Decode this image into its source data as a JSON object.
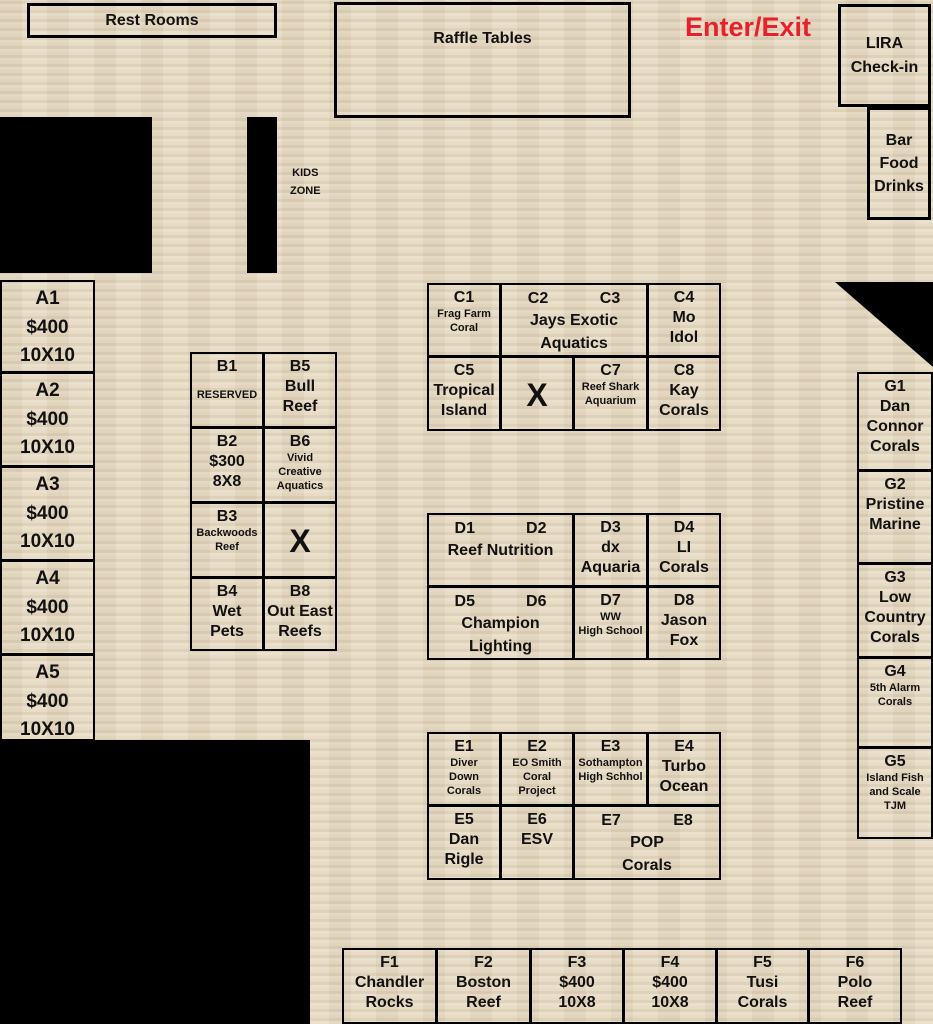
{
  "areas": {
    "rest_rooms": "Rest Rooms",
    "raffle_tables": "Raffle Tables",
    "enter_exit": "Enter/Exit",
    "lira_checkin": [
      "LIRA",
      "Check-in"
    ],
    "bar": [
      "Bar",
      "Food",
      "Drinks"
    ],
    "kids_zone": [
      "KIDS",
      "ZONE"
    ]
  },
  "colors": {
    "enter_exit": "#e8202a",
    "walls": "#000000",
    "floor": "#e4d6bc"
  },
  "booths": {
    "A1": [
      "A1",
      "$400",
      "10X10"
    ],
    "A2": [
      "A2",
      "$400",
      "10X10"
    ],
    "A3": [
      "A3",
      "$400",
      "10X10"
    ],
    "A4": [
      "A4",
      "$400",
      "10X10"
    ],
    "A5": [
      "A5",
      "$400",
      "10X10"
    ],
    "B1": [
      "B1",
      "RESERVED"
    ],
    "B5": [
      "B5",
      "Bull",
      "Reef"
    ],
    "B2": [
      "B2",
      "$300",
      "8X8"
    ],
    "B6": [
      "B6",
      "Vivid",
      "Creative",
      "Aquatics"
    ],
    "B3": [
      "B3",
      "Backwoods",
      "Reef"
    ],
    "B7": [
      "X"
    ],
    "B4": [
      "B4",
      "Wet",
      "Pets"
    ],
    "B8": [
      "B8",
      "Out East",
      "Reefs"
    ],
    "C1": [
      "C1",
      "Frag Farm",
      "Coral"
    ],
    "C2C3": [
      "C2",
      "C3",
      "Jays Exotic",
      "Aquatics"
    ],
    "C4": [
      "C4",
      "Mo",
      "Idol"
    ],
    "C5": [
      "C5",
      "Tropical",
      "Island"
    ],
    "C6": [
      "X"
    ],
    "C7": [
      "C7",
      "Reef Shark",
      "Aquarium"
    ],
    "C8": [
      "C8",
      "Kay",
      "Corals"
    ],
    "D1D2": [
      "D1",
      "D2",
      "Reef Nutrition"
    ],
    "D3": [
      "D3",
      "dx",
      "Aquaria"
    ],
    "D4": [
      "D4",
      "LI",
      "Corals"
    ],
    "D5D6": [
      "D5",
      "D6",
      "Champion",
      "Lighting"
    ],
    "D7": [
      "D7",
      "WW",
      "High School"
    ],
    "D8": [
      "D8",
      "Jason",
      "Fox"
    ],
    "E1": [
      "E1",
      "Diver",
      "Down",
      "Corals"
    ],
    "E2": [
      "E2",
      "EO Smith",
      "Coral",
      "Project"
    ],
    "E3": [
      "E3",
      "Sothampton",
      "High Schhol"
    ],
    "E4": [
      "E4",
      "Turbo",
      "Ocean"
    ],
    "E5": [
      "E5",
      "Dan",
      "Rigle"
    ],
    "E6": [
      "E6",
      "ESV"
    ],
    "E7E8": [
      "E7",
      "E8",
      "POP",
      "Corals"
    ],
    "F1": [
      "F1",
      "Chandler",
      "Rocks"
    ],
    "F2": [
      "F2",
      "Boston",
      "Reef"
    ],
    "F3": [
      "F3",
      "$400",
      "10X8"
    ],
    "F4": [
      "F4",
      "$400",
      "10X8"
    ],
    "F5": [
      "F5",
      "Tusi",
      "Corals"
    ],
    "F6": [
      "F6",
      "Polo",
      "Reef"
    ],
    "G1": [
      "G1",
      "Dan",
      "Connor",
      "Corals"
    ],
    "G2": [
      "G2",
      "Pristine",
      "Marine"
    ],
    "G3": [
      "G3",
      "Low",
      "Country",
      "Corals"
    ],
    "G4": [
      "G4",
      "5th  Alarm",
      "Corals"
    ],
    "G5": [
      "G5",
      "Island Fish",
      "and Scale",
      "TJM"
    ]
  }
}
